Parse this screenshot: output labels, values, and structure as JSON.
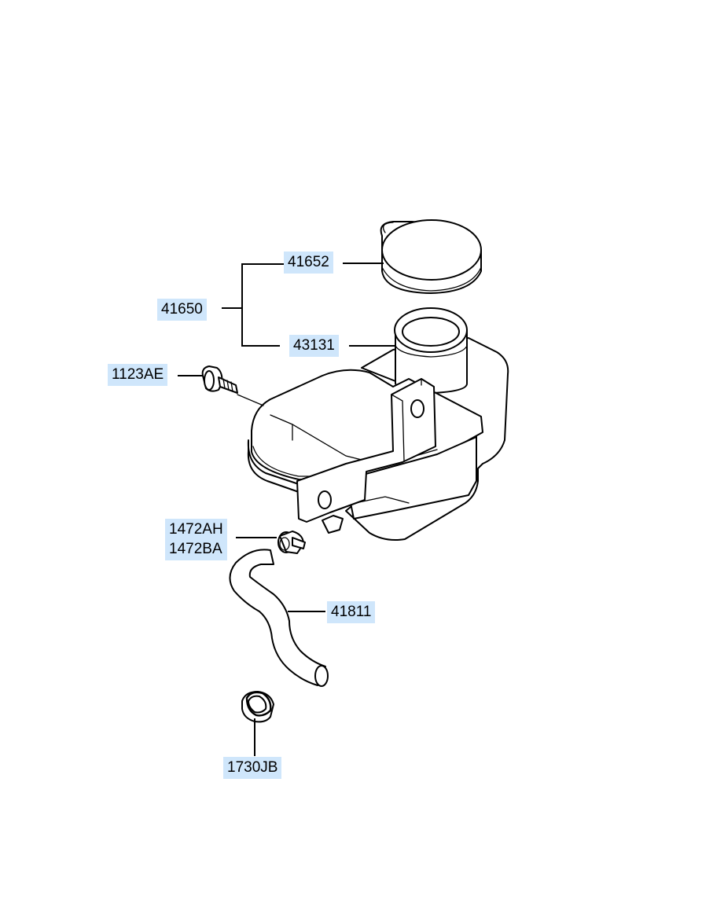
{
  "colors": {
    "label_bg": "#cfe6fb",
    "line": "#000000",
    "background": "#ffffff"
  },
  "callouts": {
    "c41652": "41652",
    "c41650": "41650",
    "c43131": "43131",
    "c1123AE": "1123AE",
    "c1472AH": "1472AH",
    "c1472BA": "1472BA",
    "c41811": "41811",
    "c1730JB": "1730JB"
  }
}
